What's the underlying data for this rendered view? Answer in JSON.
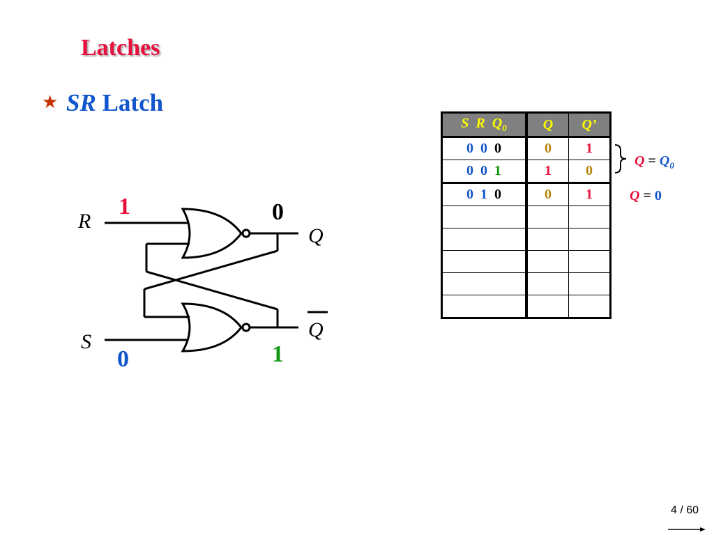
{
  "slide": {
    "title": "Latches",
    "bullet": {
      "star": "★",
      "italic": "SR",
      "text": " Latch"
    },
    "page": "4 / 60"
  },
  "diagram": {
    "input_r_label": "R",
    "input_s_label": "S",
    "output_q_label": "Q",
    "output_qbar_label": "Q",
    "r_value": "1",
    "s_value": "0",
    "q_value": "0",
    "qbar_value": "1",
    "colors": {
      "r_value": "#e8103c",
      "s_value": "#1155cc",
      "q_value": "#000000",
      "qbar_value": "#119911"
    }
  },
  "truth_table": {
    "headers": {
      "s": "S",
      "r": "R",
      "q0": "Q",
      "q0_sub": "0",
      "q": "Q",
      "qprime": "Q’"
    },
    "rows": [
      {
        "s": "0",
        "r": "0",
        "q0": "0",
        "q": "0",
        "qprime": "1"
      },
      {
        "s": "0",
        "r": "0",
        "q0": "1",
        "q": "1",
        "qprime": "0"
      },
      {
        "s": "0",
        "r": "1",
        "q0": "0",
        "q": "0",
        "qprime": "1"
      }
    ],
    "empty_rows": 5
  },
  "notes": {
    "hold": {
      "lhs": "Q",
      "eq": " = ",
      "rhs": "Q",
      "rhs_sub": "0"
    },
    "reset": {
      "lhs": "Q",
      "eq": " = ",
      "rhs": "0"
    }
  }
}
